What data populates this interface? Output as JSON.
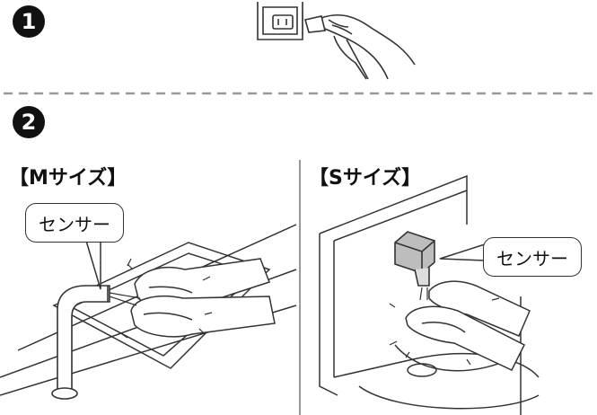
{
  "steps": [
    {
      "number": "1"
    },
    {
      "number": "2"
    }
  ],
  "panels": [
    {
      "label": "【Mサイズ】",
      "callout": "センサー"
    },
    {
      "label": "【Sサイズ】",
      "callout": "センサー"
    }
  ],
  "icons": [
    "plug-in-outlet-icon",
    "faucet-sensor-m-icon",
    "faucet-sensor-s-icon",
    "hands-washing-icon"
  ]
}
